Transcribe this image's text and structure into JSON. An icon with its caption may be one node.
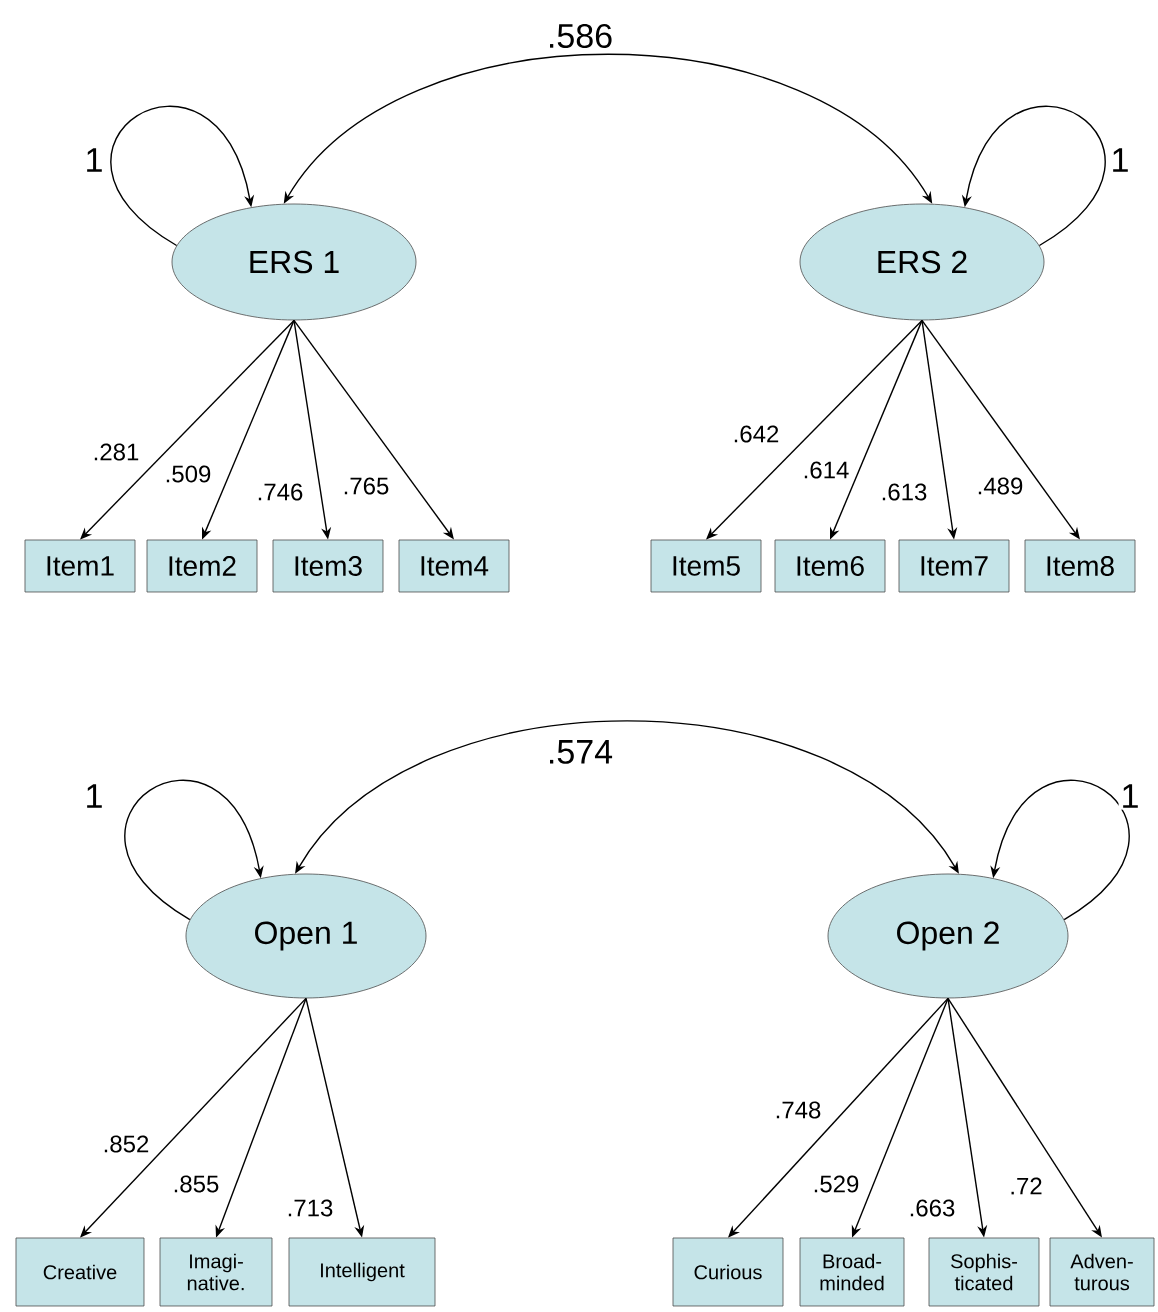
{
  "diagram": {
    "nodes": [
      {
        "text": [
          "ERS 1"
        ]
      },
      {
        "text": [
          "ERS 2"
        ]
      },
      {
        "text": [
          "Item1"
        ]
      },
      {
        "text": [
          "Item2"
        ]
      },
      {
        "text": [
          "Item3"
        ]
      },
      {
        "text": [
          "Item4"
        ]
      },
      {
        "text": [
          "Item5"
        ]
      },
      {
        "text": [
          "Item6"
        ]
      },
      {
        "text": [
          "Item7"
        ]
      },
      {
        "text": [
          "Item8"
        ]
      },
      {
        "text": [
          "Open 1"
        ]
      },
      {
        "text": [
          "Open 2"
        ]
      },
      {
        "text": [
          "Creative"
        ]
      },
      {
        "text": [
          "Imagi- native."
        ]
      },
      {
        "text": [
          "Intelligent"
        ]
      },
      {
        "text": [
          "Curious"
        ]
      },
      {
        "text": [
          "Broad- minded"
        ]
      },
      {
        "text": [
          "Sophis- ticated"
        ]
      },
      {
        "text": [
          "Adven- turous"
        ]
      }
    ],
    "edges": [
      {
        "from": 0,
        "to": 1,
        "arrow": "both",
        "label": ".586"
      },
      {
        "from": 0,
        "to": 0,
        "arrow": "to",
        "label": "1"
      },
      {
        "from": 1,
        "to": 1,
        "arrow": "to",
        "label": "1"
      },
      {
        "from": 0,
        "to": 2,
        "arrow": "to",
        "label": ".281"
      },
      {
        "from": 0,
        "to": 3,
        "arrow": "to",
        "label": ".509"
      },
      {
        "from": 0,
        "to": 4,
        "arrow": "to",
        "label": ".746"
      },
      {
        "from": 0,
        "to": 5,
        "arrow": "to",
        "label": ".765"
      },
      {
        "from": 1,
        "to": 6,
        "arrow": "to",
        "label": ".642"
      },
      {
        "from": 1,
        "to": 7,
        "arrow": "to",
        "label": ".614"
      },
      {
        "from": 1,
        "to": 8,
        "arrow": "to",
        "label": ".613"
      },
      {
        "from": 1,
        "to": 9,
        "arrow": "to",
        "label": ".489"
      },
      {
        "from": 10,
        "to": 11,
        "arrow": "both",
        "label": ".574"
      },
      {
        "from": 10,
        "to": 10,
        "arrow": "to",
        "label": "1"
      },
      {
        "from": 11,
        "to": 11,
        "arrow": "to",
        "label": "1"
      },
      {
        "from": 10,
        "to": 12,
        "arrow": "to",
        "label": ".852"
      },
      {
        "from": 10,
        "to": 13,
        "arrow": "to",
        "label": ".855"
      },
      {
        "from": 10,
        "to": 14,
        "arrow": "to",
        "label": ".713"
      },
      {
        "from": 11,
        "to": 15,
        "arrow": "to",
        "label": ".748"
      },
      {
        "from": 11,
        "to": 16,
        "arrow": "to",
        "label": ".529"
      },
      {
        "from": 11,
        "to": 17,
        "arrow": "to",
        "label": ".663"
      },
      {
        "from": 11,
        "to": 18,
        "arrow": "to",
        "label": ".72"
      }
    ]
  }
}
